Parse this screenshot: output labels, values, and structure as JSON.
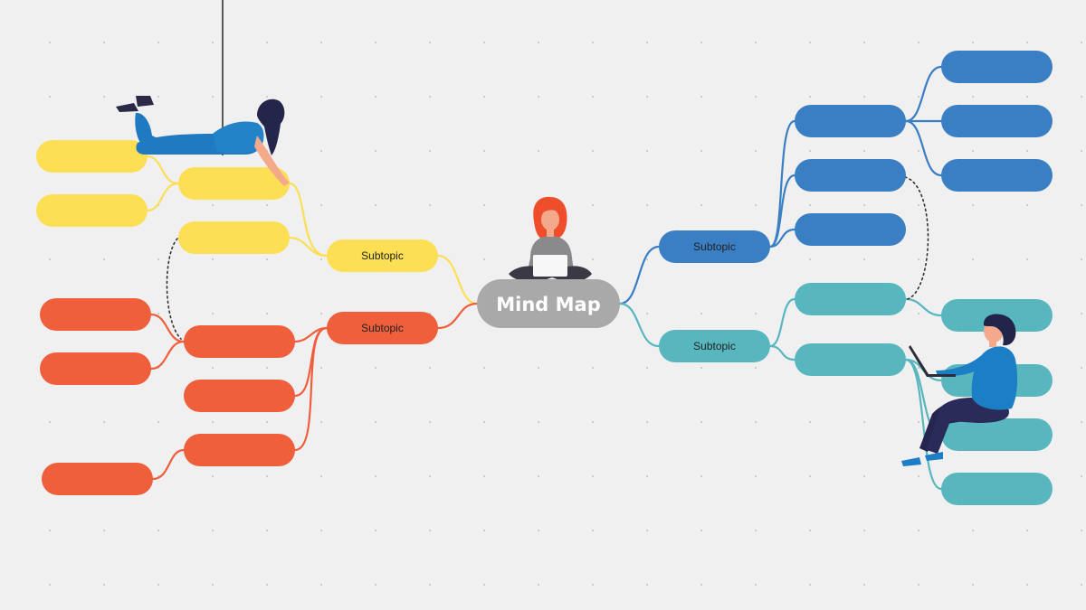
{
  "colors": {
    "yellow": "#fddf55",
    "orange": "#ef5f3c",
    "blue": "#3a7fc4",
    "teal": "#58b7be",
    "center": "#a9a9aa",
    "connector_dotted": "#333333"
  },
  "central_topic": {
    "label": "Mind Map"
  },
  "branches": [
    {
      "id": "yellow",
      "label": "Subtopic"
    },
    {
      "id": "orange",
      "label": "Subtopic"
    },
    {
      "id": "blue",
      "label": "Subtopic"
    },
    {
      "id": "teal",
      "label": "Subtopic"
    }
  ],
  "illustrations": [
    {
      "name": "woman-lying-with-laptop-illustration"
    },
    {
      "name": "person-sitting-with-laptop-illustration"
    },
    {
      "name": "man-sitting-with-laptop-illustration"
    }
  ]
}
